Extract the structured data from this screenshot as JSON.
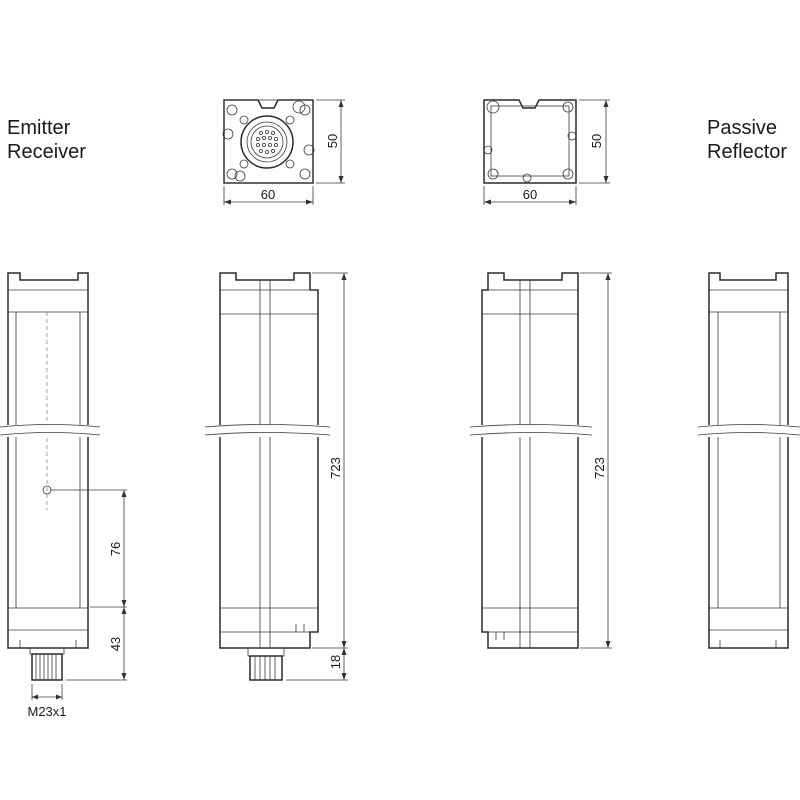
{
  "labels": {
    "emitter_line1": "Emitter",
    "emitter_line2": "Receiver",
    "passive_line1": "Passive",
    "passive_line2": "Reflector"
  },
  "dimensions": {
    "top_left_width": "60",
    "top_left_height": "50",
    "top_right_width": "60",
    "top_right_height": "50",
    "length_left": "723",
    "length_right": "723",
    "offset_76": "76",
    "offset_43": "43",
    "offset_18": "18",
    "connector_thread": "M23x1"
  }
}
